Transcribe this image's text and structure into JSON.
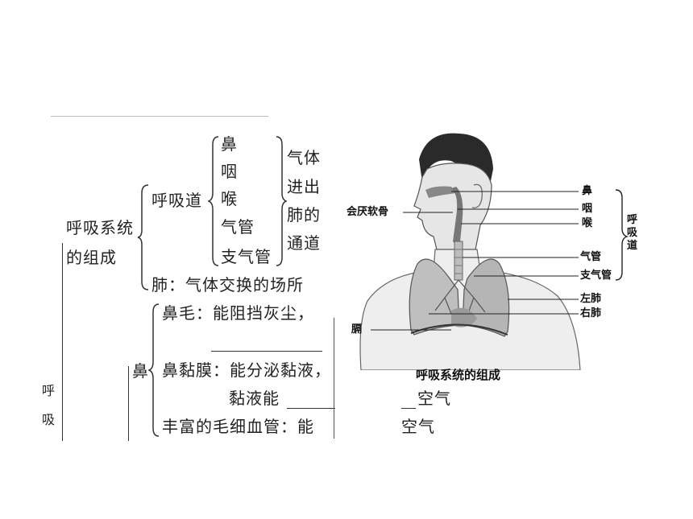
{
  "outline": {
    "system": "呼吸系统",
    "composition": "的组成",
    "airway": "呼吸道",
    "airway_parts": [
      "鼻",
      "咽",
      "喉",
      "气管",
      "支气管"
    ],
    "airway_function": [
      "气体",
      "进出",
      "肺的",
      "通道"
    ],
    "lung": "肺：气体交换的场所",
    "nose": "鼻",
    "nose_hair": "鼻毛：能阻挡灰尘，",
    "mucosa": "鼻黏膜：能分泌黏液，",
    "mucus": "黏液能",
    "capillary": "丰富的毛细血管：能",
    "air1": "空气",
    "air2": "空气",
    "side_chars": [
      "呼",
      "吸"
    ]
  },
  "figure": {
    "labels": {
      "nose": "鼻",
      "pharynx": "咽",
      "larynx": "喉",
      "trachea": "气管",
      "bronchi": "支气管",
      "left_lung": "左肺",
      "right_lung": "右肺",
      "epiglottis": "会厌软骨",
      "diaphragm": "膈",
      "airway_group": "呼吸道"
    },
    "caption": "呼吸系统的组成"
  }
}
